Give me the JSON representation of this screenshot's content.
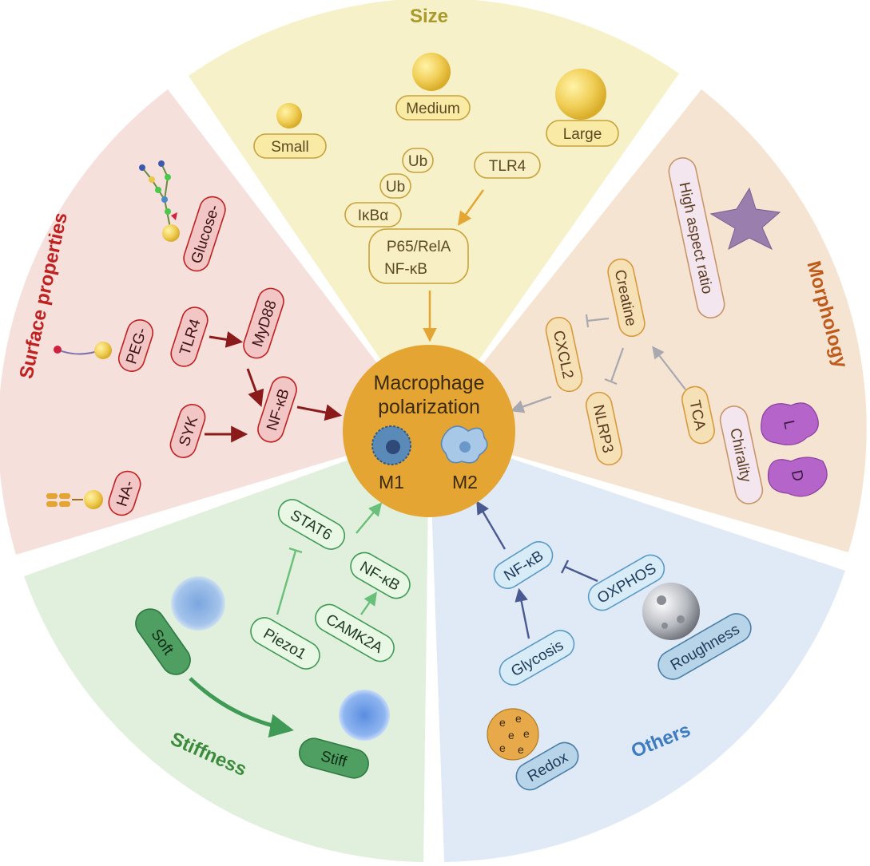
{
  "center": {
    "title_line1": "Macrophage",
    "title_line2": "polarization",
    "m1": "M1",
    "m2": "M2"
  },
  "colors": {
    "size": "#f6f1c8",
    "morphology": "#f6e4d2",
    "others": "#dfeaf6",
    "stiffness": "#e0f0dc",
    "surface": "#f5e0dc",
    "center": "#e5a533",
    "size_text": "#a99a2c",
    "morphology_text": "#c05a1a",
    "others_text": "#3d7cc0",
    "stiffness_text": "#3c8a3c",
    "surface_text": "#c02020"
  },
  "size": {
    "title": "Size",
    "small": "Small",
    "medium": "Medium",
    "large": "Large",
    "ub1": "Ub",
    "ub2": "Ub",
    "ikba": "IκBα",
    "tlr4": "TLR4",
    "p65_line1": "P65/RelA",
    "p65_line2": "NF-κB"
  },
  "morphology": {
    "title": "Morphology",
    "high_aspect": "High aspect ratio",
    "creatine": "Creatine",
    "cxcl2": "CXCL2",
    "nlrp3": "NLRP3",
    "tca": "TCA",
    "chirality": "Chirality",
    "l": "L",
    "d": "D"
  },
  "others": {
    "title": "Others",
    "nfkb": "NF-κB",
    "oxphos": "OXPHOS",
    "glycosis": "Glycosis",
    "roughness": "Roughness",
    "redox": "Redox",
    "electron": "e"
  },
  "stiffness": {
    "title": "Stiffness",
    "stat6": "STAT6",
    "nfkb": "NF-κB",
    "piezo1": "Piezo1",
    "camk2a": "CAMK2A",
    "soft": "Soft",
    "stiff": "Stiff"
  },
  "surface": {
    "title": "Surface properties",
    "glucose": "Glucose-",
    "peg": "PEG-",
    "tlr4": "TLR4",
    "myd88": "MyD88",
    "syk": "SYK",
    "nfkb": "NF-κB",
    "ha": "HA-"
  }
}
